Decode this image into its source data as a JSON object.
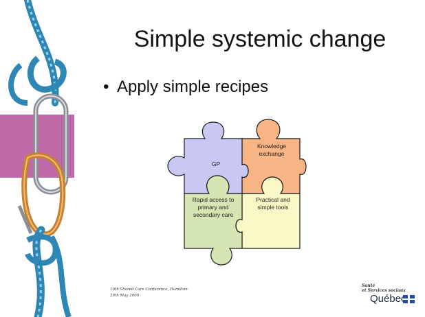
{
  "slide": {
    "title": "Simple systemic change",
    "bullet": "Apply simple recipes",
    "puzzle": {
      "gp": "GP",
      "knowledge": "Knowledge exchange",
      "rapid": "Rapid access to primary and secondary care",
      "tools": "Practical and simple tools"
    },
    "footer": {
      "line1": "10th Shared Care Conference, Hamilton",
      "line2": "29th May 2009"
    },
    "logo": {
      "line1": "Santé",
      "line2": "et Services sociaux",
      "line3": "Québec"
    }
  },
  "colors": {
    "gp_piece": "#c9c8f4",
    "knowledge_piece": "#f7b485",
    "rapid_piece": "#d5e6b4",
    "tools_piece": "#fbf8c7",
    "pink_band": "#bd6aa8"
  }
}
